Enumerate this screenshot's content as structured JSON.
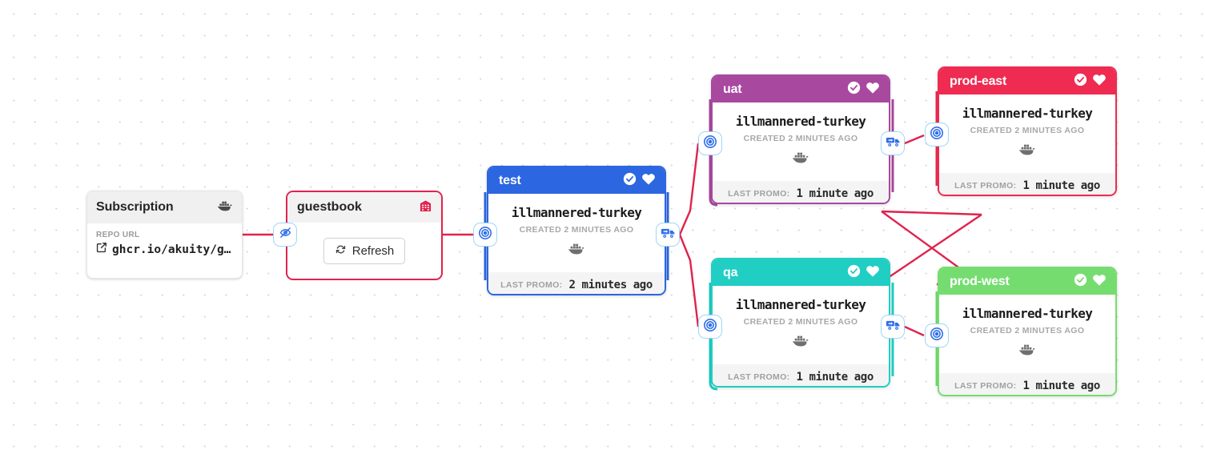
{
  "canvas": {
    "background_color": "#ffffff",
    "dot_color": "#d9d9d9",
    "edge_color": "#e0234e"
  },
  "subscription": {
    "title": "Subscription",
    "icon": "docker-icon",
    "repo_url_label": "REPO URL",
    "repo_url_value": "ghcr.io/akuity/g…",
    "external_link_icon": "external-link-icon"
  },
  "warehouse": {
    "title": "guestbook",
    "icon": "warehouse-icon",
    "icon_color": "#e0234e",
    "refresh_label": "Refresh",
    "refresh_icon": "refresh-icon",
    "border_color": "#e0234e",
    "hidden_handle_icon": "eye-off-icon"
  },
  "stages": [
    {
      "id": "stage-test",
      "name": "test",
      "color": "#2c66e0",
      "freight": "illmannered-turkey",
      "created": "CREATED 2 MINUTES AGO",
      "artifact_icon": "docker-icon",
      "promo_label": "LAST PROMO:",
      "promo_value": "2 minutes ago",
      "health_icon": "check-circle-icon",
      "heart_icon": "heart-icon",
      "left_handle_icon": "target-icon",
      "right_handle_icon": "promote-truck-icon"
    },
    {
      "id": "stage-uat",
      "name": "uat",
      "color": "#a8489f",
      "freight": "illmannered-turkey",
      "created": "CREATED 2 MINUTES AGO",
      "artifact_icon": "docker-icon",
      "promo_label": "LAST PROMO:",
      "promo_value": "1 minute ago",
      "health_icon": "check-circle-icon",
      "heart_icon": "heart-icon",
      "left_handle_icon": "target-icon",
      "right_handle_icon": "promote-truck-icon"
    },
    {
      "id": "stage-qa",
      "name": "qa",
      "color": "#20cec4",
      "freight": "illmannered-turkey",
      "created": "CREATED 2 MINUTES AGO",
      "artifact_icon": "docker-icon",
      "promo_label": "LAST PROMO:",
      "promo_value": "1 minute ago",
      "health_icon": "check-circle-icon",
      "heart_icon": "heart-icon",
      "left_handle_icon": "target-icon",
      "right_handle_icon": "promote-truck-icon"
    },
    {
      "id": "stage-prod-east",
      "name": "prod-east",
      "color": "#ef2b51",
      "freight": "illmannered-turkey",
      "created": "CREATED 2 MINUTES AGO",
      "artifact_icon": "docker-icon",
      "promo_label": "LAST PROMO:",
      "promo_value": "1 minute ago",
      "health_icon": "check-circle-icon",
      "heart_icon": "heart-icon",
      "left_handle_icon": "target-icon"
    },
    {
      "id": "stage-prod-west",
      "name": "prod-west",
      "color": "#75dd70",
      "freight": "illmannered-turkey",
      "created": "CREATED 2 MINUTES AGO",
      "artifact_icon": "docker-icon",
      "promo_label": "LAST PROMO:",
      "promo_value": "1 minute ago",
      "health_icon": "check-circle-icon",
      "heart_icon": "heart-icon",
      "left_handle_icon": "target-icon"
    }
  ]
}
